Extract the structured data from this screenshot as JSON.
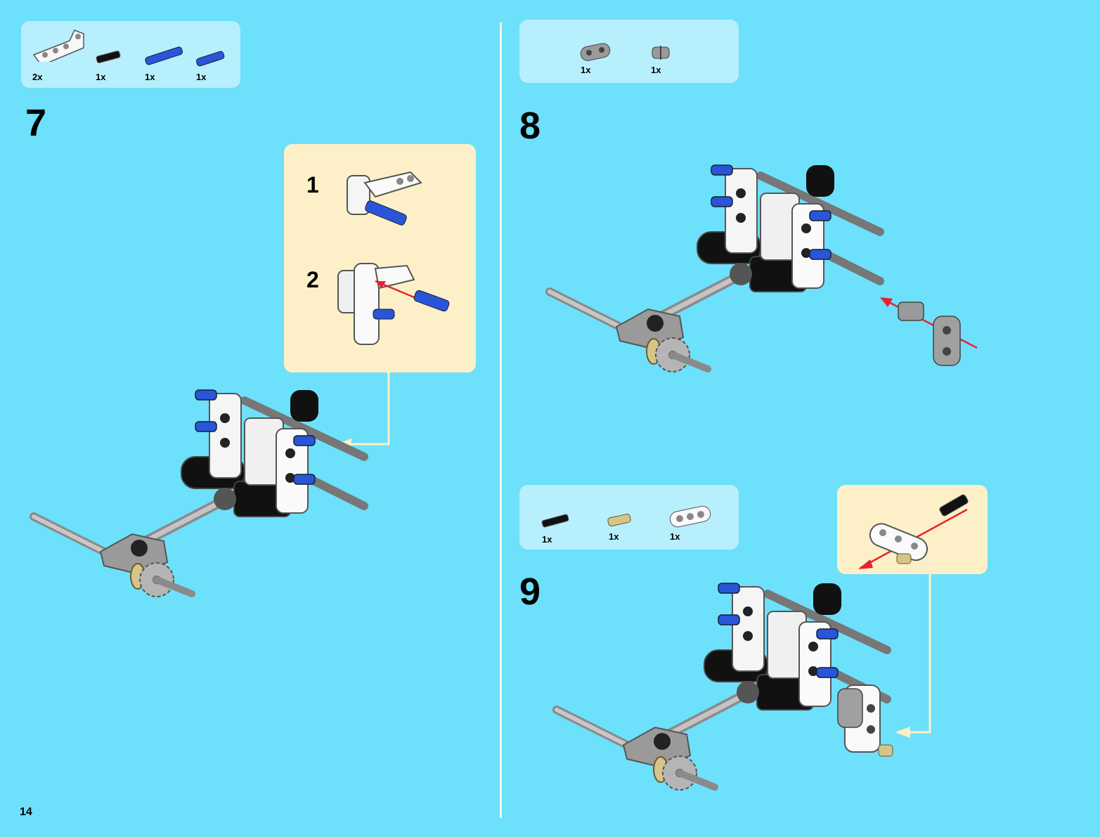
{
  "page_number": "14",
  "step7": {
    "number": "7",
    "parts": [
      {
        "qty": "2x",
        "icon": "white-beam-part-icon"
      },
      {
        "qty": "1x",
        "icon": "black-axle-pin-part-icon"
      },
      {
        "qty": "1x",
        "icon": "blue-long-pin-part-icon"
      },
      {
        "qty": "1x",
        "icon": "blue-pin-part-icon"
      }
    ],
    "substeps": [
      "1",
      "2"
    ]
  },
  "step8": {
    "number": "8",
    "parts": [
      {
        "qty": "1x",
        "icon": "gray-beam-part-icon"
      },
      {
        "qty": "1x",
        "icon": "gray-bushing-part-icon"
      }
    ]
  },
  "step9": {
    "number": "9",
    "parts": [
      {
        "qty": "1x",
        "icon": "black-axle-pin-part-icon"
      },
      {
        "qty": "1x",
        "icon": "tan-axle-part-icon"
      },
      {
        "qty": "1x",
        "icon": "white-beam-part-icon"
      }
    ]
  },
  "colors": {
    "background": "#6de0fb",
    "parts_panel": "#b7effd",
    "callout": "#fdf0c8",
    "arrow": "#e8222e"
  }
}
